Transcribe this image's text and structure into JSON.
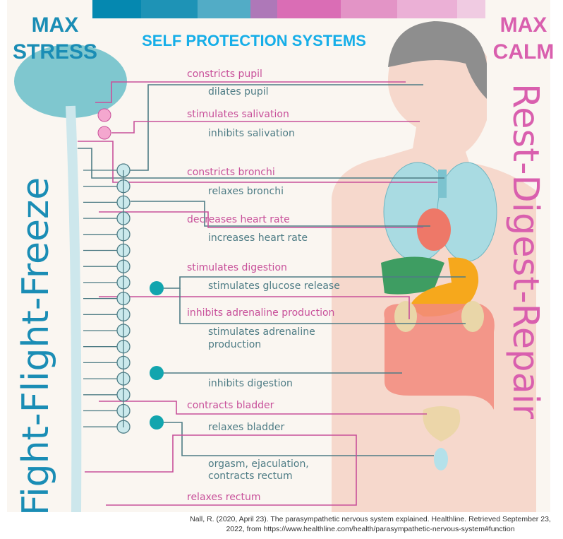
{
  "header": {
    "left_title": [
      "MAX",
      "STRESS"
    ],
    "right_title": [
      "MAX",
      "CALM"
    ],
    "center_title": "SELF PROTECTION SYSTEMS",
    "gradient_colors": [
      "#0588b0",
      "#1e93b6",
      "#52acc6",
      "#ae78b8",
      "#da6db5",
      "#e394c6",
      "#ebb0d6",
      "#f0cbe2"
    ]
  },
  "side_labels": {
    "left": "Fight-Flight-Freeze",
    "right": "Rest-Digest-Repair"
  },
  "colors": {
    "sympathetic": "#4e7c85",
    "parasympathetic": "#c8509a",
    "left_accent": "#1a8db5",
    "right_accent": "#d95fae",
    "title": "#16aee8"
  },
  "effects": [
    {
      "text": "constricts pupil",
      "type": "parasympathetic"
    },
    {
      "text": "dilates pupil",
      "type": "sympathetic"
    },
    {
      "text": "stimulates salivation",
      "type": "parasympathetic"
    },
    {
      "text": "inhibits salivation",
      "type": "sympathetic"
    },
    {
      "text": "constricts bronchi",
      "type": "parasympathetic"
    },
    {
      "text": "relaxes bronchi",
      "type": "sympathetic"
    },
    {
      "text": "decreases heart rate",
      "type": "parasympathetic"
    },
    {
      "text": "increases heart rate",
      "type": "sympathetic"
    },
    {
      "text": "stimulates digestion",
      "type": "parasympathetic"
    },
    {
      "text": "stimulates glucose release",
      "type": "sympathetic"
    },
    {
      "text": "inhibits adrenaline production",
      "type": "parasympathetic"
    },
    {
      "text": "stimulates adrenaline",
      "type": "sympathetic"
    },
    {
      "text": "production",
      "type": "sympathetic"
    },
    {
      "text": "inhibits digestion",
      "type": "sympathetic"
    },
    {
      "text": "contracts bladder",
      "type": "parasympathetic"
    },
    {
      "text": "relaxes bladder",
      "type": "sympathetic"
    },
    {
      "text": "orgasm, ejaculation,",
      "type": "sympathetic"
    },
    {
      "text": "contracts rectum",
      "type": "sympathetic"
    },
    {
      "text": "relaxes rectum",
      "type": "parasympathetic"
    }
  ],
  "citation": [
    "Nall, R. (2020, April 23). The parasympathetic nervous system explained. Healthline. Retrieved September 23,",
    "2022, from https://www.healthline.com/health/parasympathetic-nervous-system#function"
  ]
}
